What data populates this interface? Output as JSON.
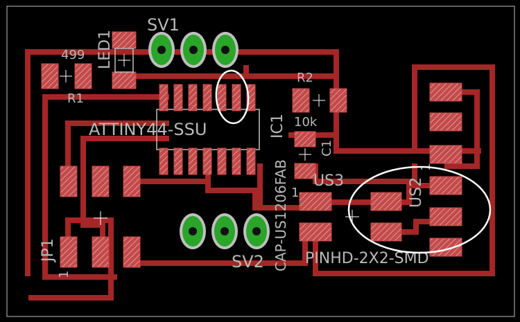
{
  "board": {
    "colors": {
      "background": "#000000",
      "outline": "#bfbfbf",
      "trace": "#a52626",
      "pad_fill": "#c44a4a",
      "pad_hatch": "#e9b8b8",
      "via_green": "#2aa52a",
      "silk_text": "#b9b9b9",
      "highlight": "#ffffff"
    },
    "labels": {
      "sv1": "SV1",
      "sv2": "SV2",
      "led1": "LED1",
      "r1_value": "499",
      "r1": "R1",
      "r2": "R2",
      "r2_value": "10k",
      "ic1": "IC1",
      "ic1_part": "ATTINY44-SSU",
      "c1": "C1",
      "c1_part": "CAP-US1206FAB",
      "us3": "US3",
      "us2": "US2",
      "us2_part": "PINHD-2X2-SMD",
      "jp1": "JP1",
      "pin_one_a": "1",
      "pin_one_b": "1",
      "pin_one_c": "1"
    },
    "highlights": [
      "sv1-pin-column-ellipse",
      "us2-header-ellipse"
    ]
  }
}
